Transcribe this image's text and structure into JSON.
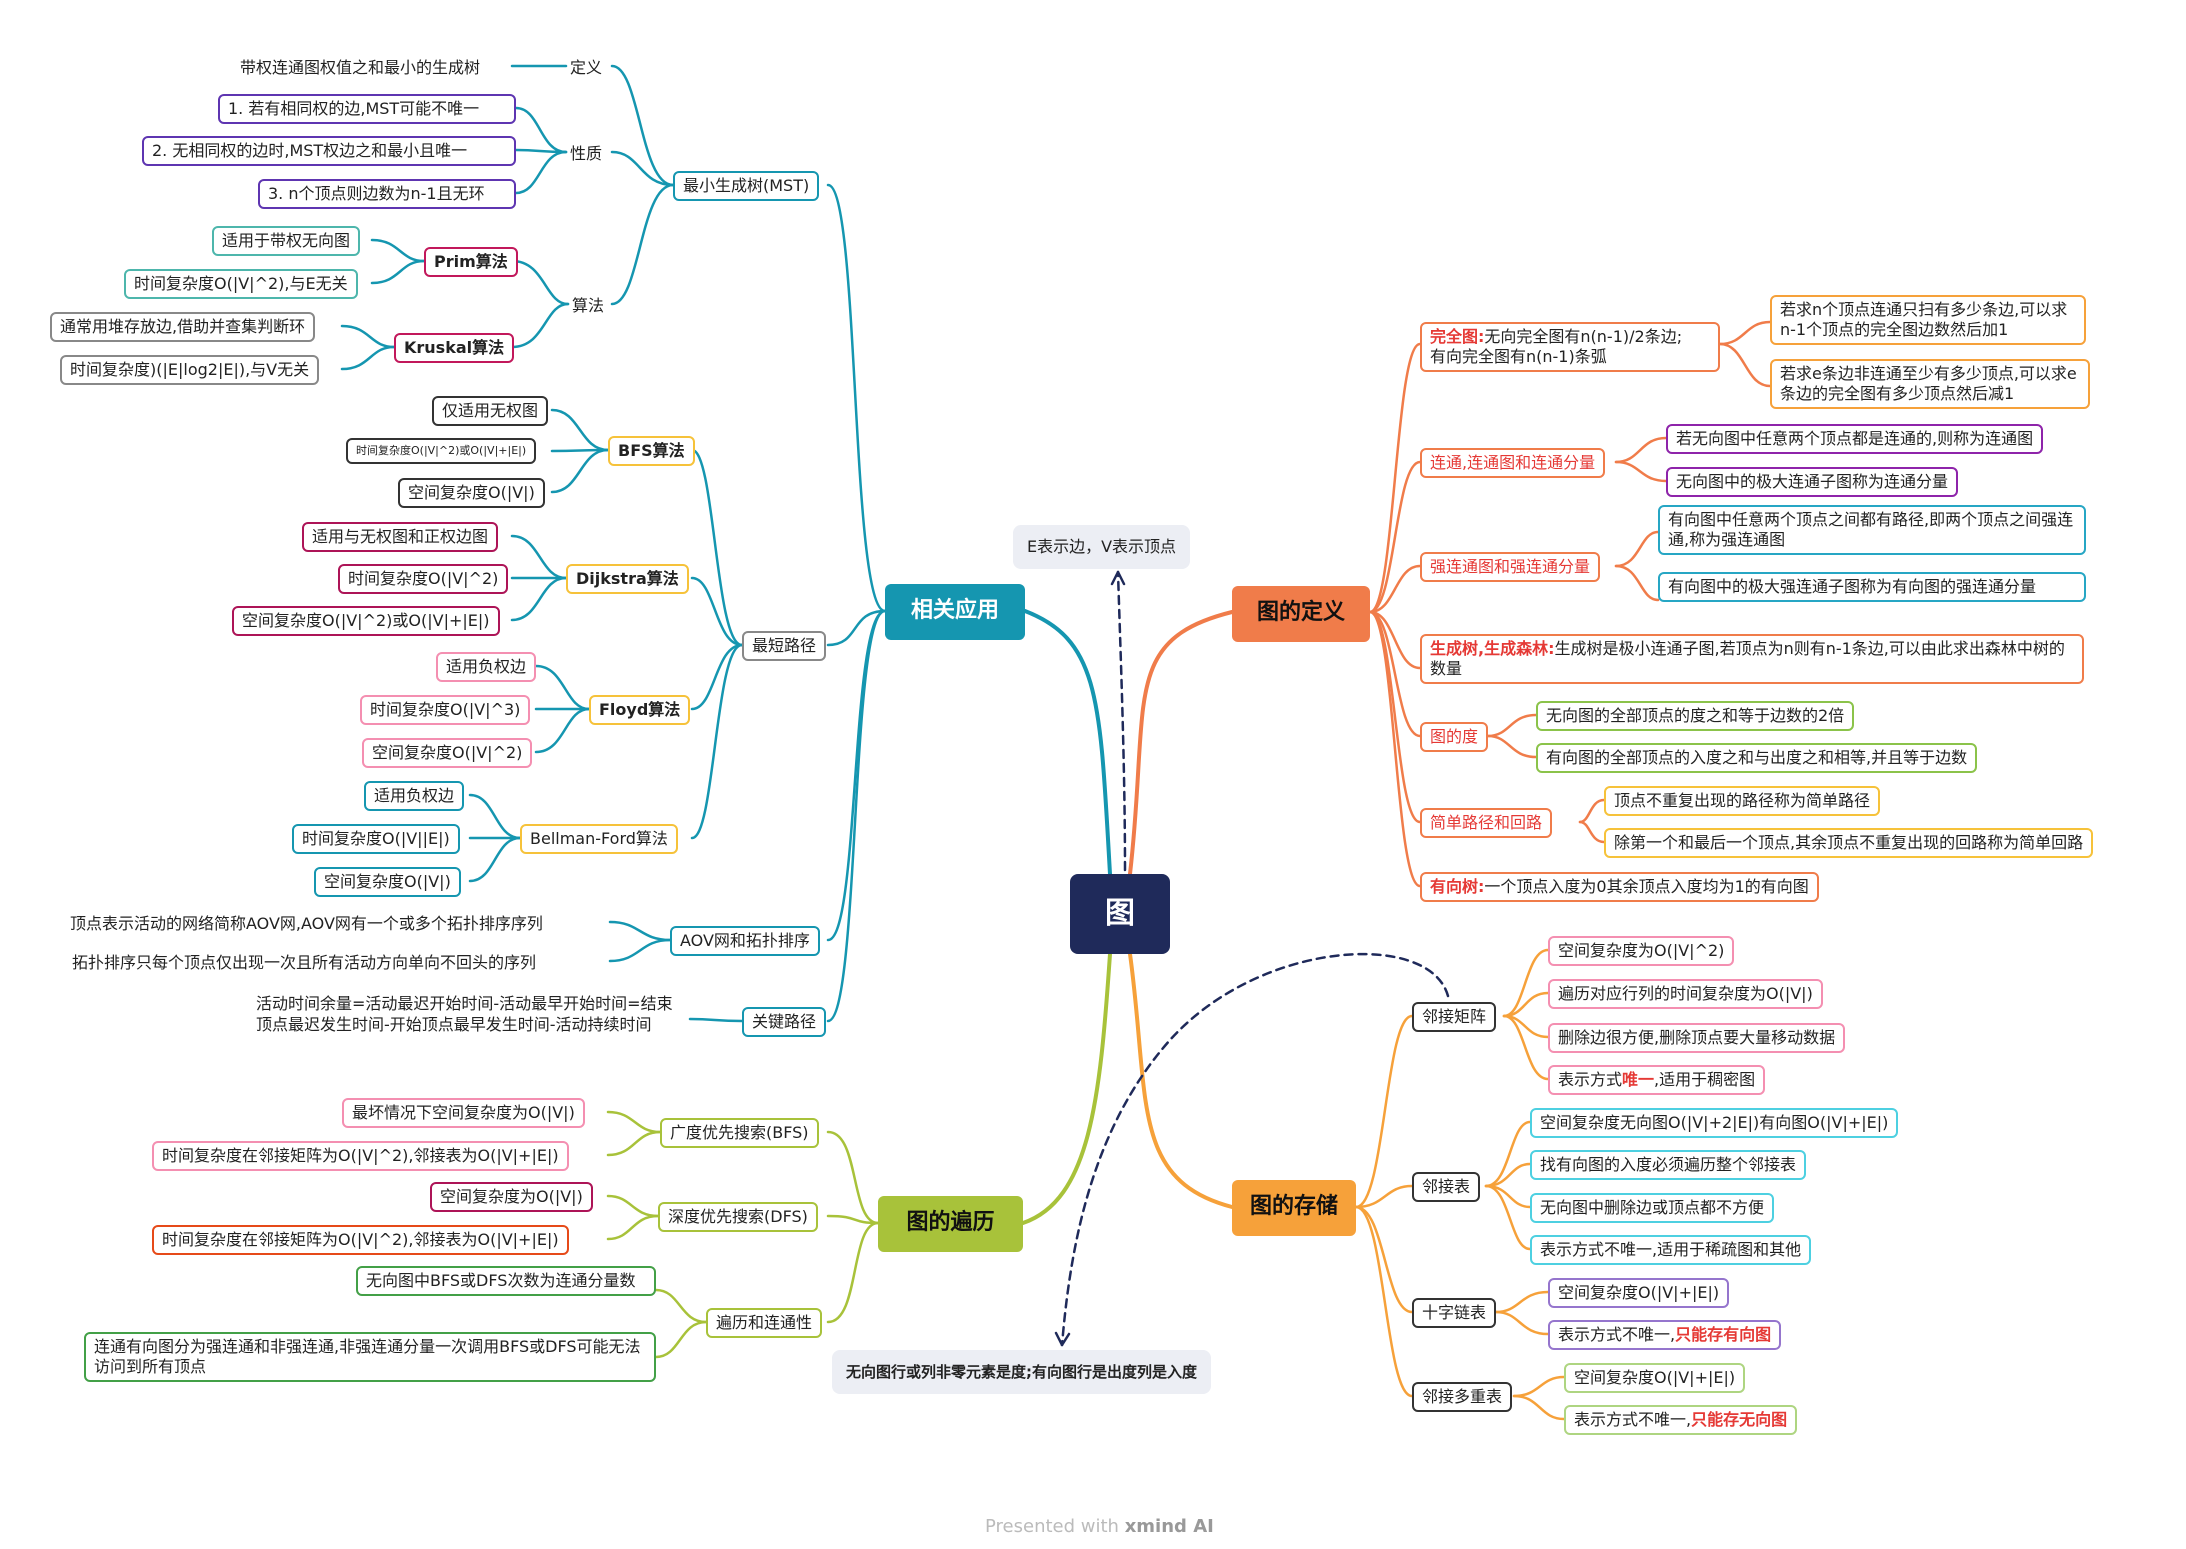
{
  "center": {
    "label": "图"
  },
  "notes": {
    "top": "E表示边，V表示顶点",
    "bottom": "无向图行或列非零元素是度;有向图行是出度列是入度"
  },
  "watermark": {
    "prefix": "Presented with",
    "brand": "xmind AI"
  },
  "colors": {
    "def": "#f07c4a",
    "storage": "#f6a13a",
    "app": "#1596b0",
    "traverse": "#a8c23a",
    "center": "#1f2a5a"
  },
  "def": {
    "title": "图的定义",
    "complete_key": "完全图:",
    "complete_text": "无向完全图有n(n-1)/2条边;\n有向完全图有n(n-1)条弧",
    "complete_sub1": "若求n个顶点连通只扫有多少条边,可以求n-1个顶点的完全图边数然后加1",
    "complete_sub2": "若求e条边非连通至少有多少顶点,可以求e条边的完全图有多少顶点然后减1",
    "connected": "连通,连通图和连通分量",
    "connected_sub1": "若无向图中任意两个顶点都是连通的,则称为连通图",
    "connected_sub2": "无向图中的极大连通子图称为连通分量",
    "strong": "强连通图和强连通分量",
    "strong_sub1": "有向图中任意两个顶点之间都有路径,即两个顶点之间强连通,称为强连通图",
    "strong_sub2": "有向图中的极大强连通子图称为有向图的强连通分量",
    "tree_key": "生成树,生成森林:",
    "tree_text": "生成树是极小连通子图,若顶点为n则有n-1条边,可以由此求出森林中树的数量",
    "degree": "图的度",
    "degree_sub1": "无向图的全部顶点的度之和等于边数的2倍",
    "degree_sub2": "有向图的全部顶点的入度之和与出度之和相等,并且等于边数",
    "path": "简单路径和回路",
    "path_sub1": "顶点不重复出现的路径称为简单路径",
    "path_sub2": "除第一个和最后一个顶点,其余顶点不重复出现的回路称为简单回路",
    "dtree_key": "有向树:",
    "dtree_text": "一个顶点入度为0其余顶点入度均为1的有向图"
  },
  "storage": {
    "title": "图的存储",
    "matrix": "邻接矩阵",
    "matrix_items": [
      "空间复杂度为O(|V|^2)",
      "遍历对应行列的时间复杂度为O(|V|)",
      "删除边很方便,删除顶点要大量移动数据"
    ],
    "matrix_last_a": "表示方式",
    "matrix_last_k": "唯一",
    "matrix_last_b": ",适用于稠密图",
    "list": "邻接表",
    "list_items": [
      "空间复杂度无向图O(|V|+2|E|)有向图O(|V|+|E|)",
      "找有向图的入度必须遍历整个邻接表",
      "无向图中删除边或顶点都不方便",
      "表示方式不唯一,适用于稀疏图和其他"
    ],
    "cross": "十字链表",
    "cross_item1": "空间复杂度O(|V|+|E|)",
    "cross_item2_a": "表示方式不唯一,",
    "cross_item2_k": "只能存有向图",
    "multi": "邻接多重表",
    "multi_item1": "空间复杂度O(|V|+|E|)",
    "multi_item2_a": "表示方式不唯一,",
    "multi_item2_k": "只能存无向图"
  },
  "app": {
    "title": "相关应用",
    "mst": "最小生成树(MST)",
    "mst_def": "定义",
    "mst_def_text": "带权连通图权值之和最小的生成树",
    "mst_prop": "性质",
    "mst_props": [
      "1. 若有相同权的边,MST可能不唯一",
      "2. 无相同权的边时,MST权边之和最小且唯一",
      "3. n个顶点则边数为n-1且无环"
    ],
    "mst_alg": "算法",
    "prim": "Prim算法",
    "prim_items": [
      "适用于带权无向图",
      "时间复杂度O(|V|^2),与E无关"
    ],
    "kruskal": "Kruskal算法",
    "kruskal_items": [
      "通常用堆存放边,借助并查集判断环",
      "时间复杂度)(|E|log2|E|),与V无关"
    ],
    "sp": "最短路径",
    "bfs": "BFS算法",
    "bfs_items": [
      "仅适用无权图",
      "时间复杂度O(|V|^2)或O(|V|+|E|)",
      "空间复杂度O(|V|)"
    ],
    "dijkstra": "Dijkstra算法",
    "dijkstra_items": [
      "适用与无权图和正权边图",
      "时间复杂度O(|V|^2)",
      "空间复杂度O(|V|^2)或O(|V|+|E|)"
    ],
    "floyd": "Floyd算法",
    "floyd_items": [
      "适用负权边",
      "时间复杂度O(|V|^3)",
      "空间复杂度O(|V|^2)"
    ],
    "bellman": "Bellman-Ford算法",
    "bellman_items": [
      "适用负权边",
      "时间复杂度O(|V||E|)",
      "空间复杂度O(|V|)"
    ],
    "aov": "AOV网和拓扑排序",
    "aov_items": [
      "顶点表示活动的网络简称AOV网,AOV网有一个或多个拓扑排序序列",
      "拓扑排序只每个顶点仅出现一次且所有活动方向单向不回头的序列"
    ],
    "critical": "关键路径",
    "critical_text": "活动时间余量=活动最迟开始时间-活动最早开始时间=结束顶点最迟发生时间-开始顶点最早发生时间-活动持续时间"
  },
  "traverse": {
    "title": "图的遍历",
    "bfs": "广度优先搜索(BFS)",
    "bfs_items": [
      "最坏情况下空间复杂度为O(|V|)",
      "时间复杂度在邻接矩阵为O(|V|^2),邻接表为O(|V|+|E|)"
    ],
    "dfs": "深度优先搜索(DFS)",
    "dfs_items": [
      "空间复杂度为O(|V|)",
      "时间复杂度在邻接矩阵为O(|V|^2),邻接表为O(|V|+|E|)"
    ],
    "conn": "遍历和连通性",
    "conn_items": [
      "无向图中BFS或DFS次数为连通分量数",
      "连通有向图分为强连通和非强连通,非强连通分量一次调用BFS或DFS可能无法访问到所有顶点"
    ]
  }
}
